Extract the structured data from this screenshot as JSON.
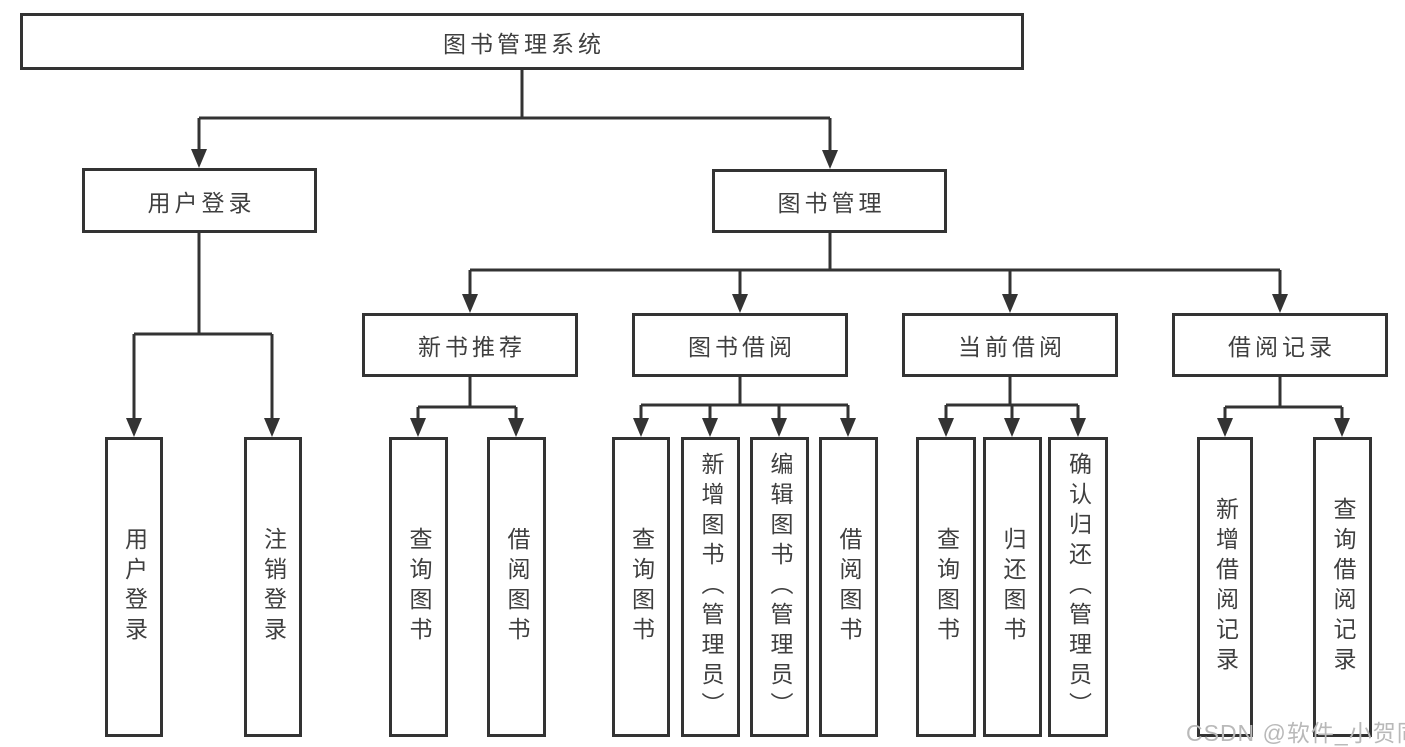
{
  "nodes": {
    "root": "图书管理系统",
    "user_login": "用户登录",
    "book_mgmt": "图书管理",
    "new_book_rec": "新书推荐",
    "book_borrow": "图书借阅",
    "current_borrow": "当前借阅",
    "borrow_records": "借阅记录",
    "leaf_user_login": "用户登录",
    "leaf_logout": "注销登录",
    "leaf_nb_query": "查询图书",
    "leaf_nb_borrow": "借阅图书",
    "leaf_bb_query": "查询图书",
    "leaf_bb_add": "新增图书（管理员）",
    "leaf_bb_edit": "编辑图书（管理员）",
    "leaf_bb_borrow": "借阅图书",
    "leaf_cb_query": "查询图书",
    "leaf_cb_return": "归还图书",
    "leaf_cb_confirm": "确认归还（管理员）",
    "leaf_br_add": "新增借阅记录",
    "leaf_br_query": "查询借阅记录"
  },
  "structure": {
    "图书管理系统": {
      "用户登录": [
        "用户登录",
        "注销登录"
      ],
      "图书管理": {
        "新书推荐": [
          "查询图书",
          "借阅图书"
        ],
        "图书借阅": [
          "查询图书",
          "新增图书（管理员）",
          "编辑图书（管理员）",
          "借阅图书"
        ],
        "当前借阅": [
          "查询图书",
          "归还图书",
          "确认归还（管理员）"
        ],
        "借阅记录": [
          "新增借阅记录",
          "查询借阅记录"
        ]
      }
    }
  },
  "watermark": "CSDN @软件_小贺同学",
  "colors": {
    "line": "#333333",
    "text": "#3f3f3f",
    "background": "#ffffff",
    "watermark": "#b9b9b9"
  }
}
